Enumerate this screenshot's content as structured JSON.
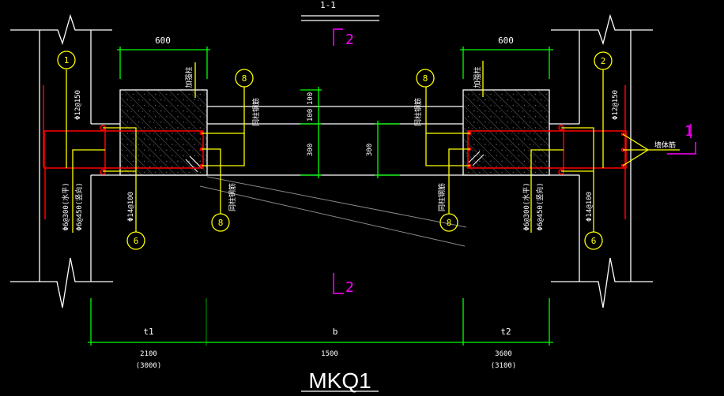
{
  "title": "1-1",
  "drawing_name": "MKQ1",
  "section_marks": {
    "top": "2",
    "bottom": "2",
    "right": "1"
  },
  "colors": {
    "background": "#000000",
    "outline": "#ffffff",
    "dimension": "#00ff00",
    "rebar": "#ff0000",
    "leader": "#ffff00",
    "section": "#ff00ff"
  },
  "dimensions": {
    "left_column_width": "600",
    "right_column_width": "600",
    "v_100_top": "100",
    "v_100_bottom": "100",
    "v_300": "300",
    "v_300_beam": "300",
    "t1_label": "t1",
    "b_label": "b",
    "t2_label": "t2",
    "t1_value": "2100",
    "t1_alt": "(3000)",
    "b_value": "1500",
    "t2_value": "3600",
    "t2_alt": "(3100)"
  },
  "callouts": {
    "left_wall": "1",
    "right_wall": "2",
    "left_stirrup": "6",
    "right_stirrup": "6",
    "left_top_bar": "8",
    "left_bottom_bar": "8",
    "right_top_bar": "8",
    "right_bottom_bar": "8"
  },
  "labels": {
    "left_vertical_bar": "Φ12@150",
    "right_vertical_bar": "Φ12@150",
    "left_horizontal": "Φ6@300(水平)",
    "left_vertical": "Φ6@450(竖向)",
    "right_horizontal": "Φ6@300(水平)",
    "right_vertical": "Φ6@450(竖向)",
    "left_stirrup_spec": "Φ14@100",
    "right_stirrup_spec": "Φ14@100",
    "left_column_note": "加强柱",
    "right_column_note": "加强柱",
    "same_column_bar": "同柱钢筋",
    "wall_bar": "墙体筋"
  }
}
